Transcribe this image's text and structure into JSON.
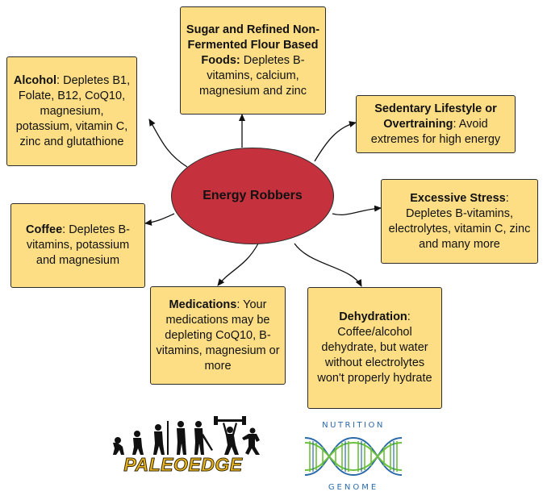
{
  "center": {
    "label": "Energy Robbers"
  },
  "nodes": {
    "sugar": {
      "title": "Sugar and Refined Non-Fermented Flour Based Foods",
      "desc": "Depletes B-vitamins, calcium, magnesium and zinc"
    },
    "alcohol": {
      "title": "Alcohol",
      "desc": "Depletes B1, Folate, B12, CoQ10, magnesium, potassium, vitamin C, zinc and glutathione"
    },
    "sedentary": {
      "title": "Sedentary Lifestyle or Overtraining",
      "desc": "Avoid extremes for high energy"
    },
    "stress": {
      "title": "Excessive Stress",
      "desc": "Depletes B-vitamins, electrolytes, vitamin C, zinc and many more"
    },
    "coffee": {
      "title": "Coffee",
      "desc": "Depletes B-vitamins, potassium and magnesium"
    },
    "medications": {
      "title": "Medications",
      "desc": "Your medications may be depleting CoQ10, B-vitamins, magnesium or more"
    },
    "dehydration": {
      "title": "Dehydration",
      "desc": "Coffee/alcohol dehydrate, but water without electrolytes won't properly hydrate"
    }
  },
  "logos": {
    "paleo": "PALEOEDGE",
    "genome_top": "NUTRITION",
    "genome_bottom": "GENOME"
  },
  "colors": {
    "box": "#fdde84",
    "center": "#c5323e",
    "genome_blue": "#2b6aa8",
    "genome_green": "#6bbf3b",
    "paleo_gold": "#e8b520"
  }
}
